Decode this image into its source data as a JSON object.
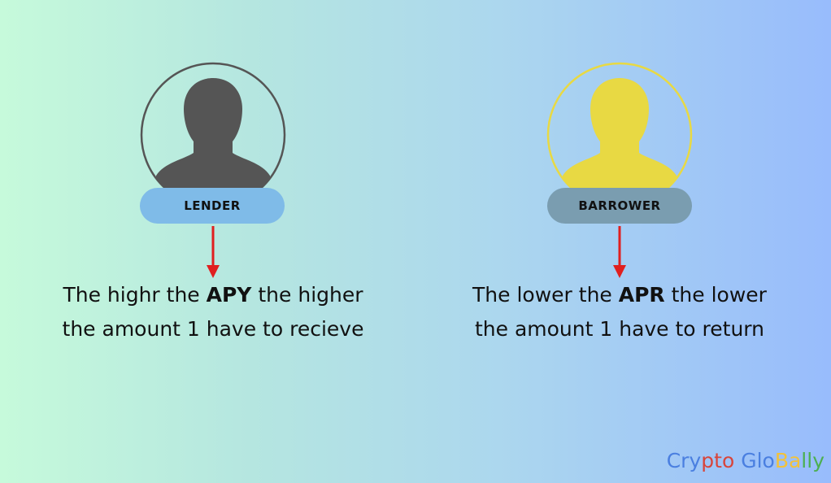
{
  "lender": {
    "label": "LENDER",
    "caption_pre": "The highr the ",
    "caption_bold": "APY",
    "caption_post": " the higher the amount 1 have to recieve",
    "avatar_color": "#555555",
    "ring_color": "#555555",
    "badge_color": "#7fbbe8",
    "icon": "person-silhouette-icon"
  },
  "borrower": {
    "label": "BARROWER",
    "caption_pre": "The lower the ",
    "caption_bold": "APR",
    "caption_post": " the lower the amount 1 have to return",
    "avatar_color": "#e8d943",
    "ring_color": "#e8d943",
    "badge_color": "#7a9db0",
    "icon": "person-silhouette-icon"
  },
  "arrow_color": "#e01f1f",
  "brand": {
    "text": "Crypto GloBally",
    "letters": [
      "C",
      "r",
      "y",
      "p",
      "t",
      "o",
      " ",
      "G",
      "l",
      "o",
      "B",
      "a",
      "l",
      "l",
      "y"
    ],
    "letter_colors": [
      "#4a7fe0",
      "#4a7fe0",
      "#4a7fe0",
      "#d8453b",
      "#d8453b",
      "#d8453b",
      "#ffffff",
      "#4a7fe0",
      "#4a7fe0",
      "#4a7fe0",
      "#f2c23a",
      "#f2c23a",
      "#4caf50",
      "#4caf50",
      "#4caf50"
    ]
  }
}
